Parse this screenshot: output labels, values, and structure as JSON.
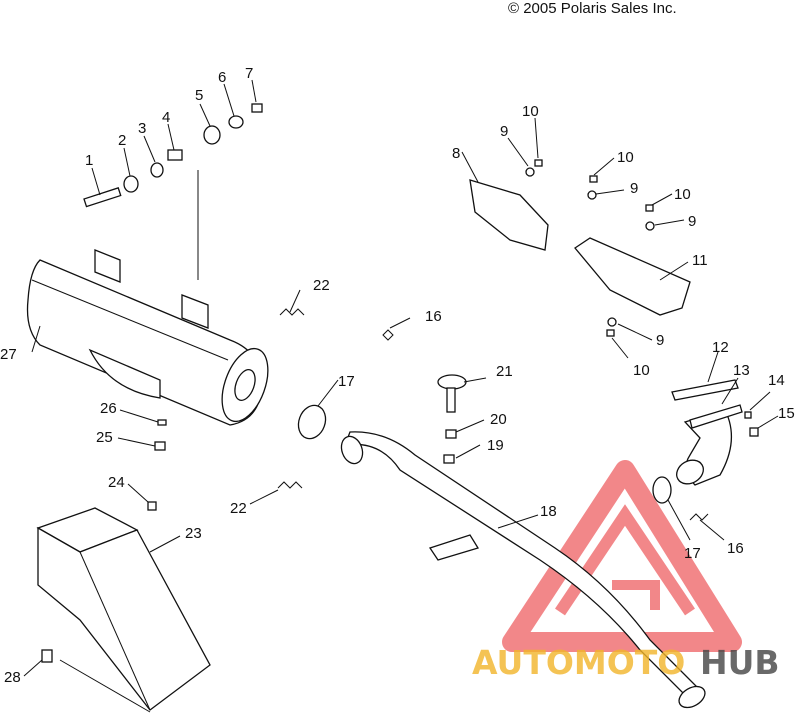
{
  "copyright": "© 2005 Polaris Sales Inc.",
  "callouts": [
    "1",
    "2",
    "3",
    "4",
    "5",
    "6",
    "7",
    "8",
    "9",
    "9",
    "9",
    "9",
    "10",
    "10",
    "10",
    "10",
    "11",
    "12",
    "13",
    "14",
    "15",
    "16",
    "16",
    "17",
    "17",
    "18",
    "19",
    "20",
    "21",
    "22",
    "22",
    "23",
    "24",
    "25",
    "26",
    "27",
    "28"
  ],
  "watermark": {
    "brand_part_a": "AUTOMOTO",
    "brand_part_b": "HUB",
    "logo_color": "#e8262a",
    "text_color_a": "#f2b52a",
    "text_color_b": "#444444"
  },
  "colors": {
    "line": "#111111",
    "background": "#ffffff"
  }
}
